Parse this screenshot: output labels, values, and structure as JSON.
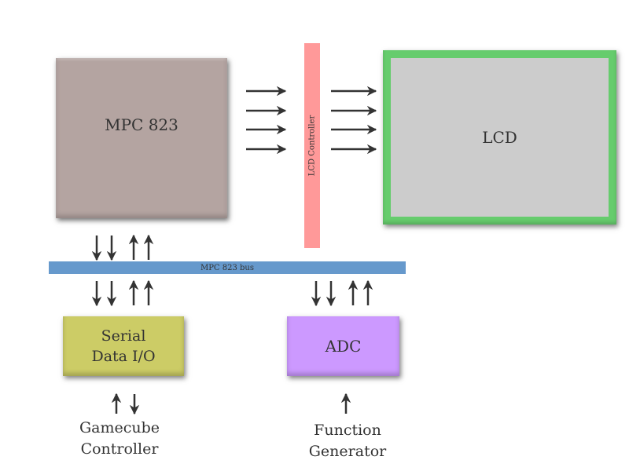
{
  "diagram": {
    "processor": {
      "label": "MPC 823",
      "color": "#b4a4a1"
    },
    "lcd_controller": {
      "label": "LCD Controller",
      "color": "#ff9999"
    },
    "lcd": {
      "label": "LCD",
      "border_color": "#66cc6d",
      "fill_color": "#cccccc"
    },
    "bus": {
      "label": "MPC 823 bus",
      "color": "#6699cc"
    },
    "serial_io": {
      "label_lines": [
        "Serial",
        "Data I/O"
      ],
      "color": "#cccc66"
    },
    "adc": {
      "label": "ADC",
      "color": "#cc99ff"
    },
    "gamecube_controller": {
      "label_lines": [
        "Gamecube",
        "Controller"
      ]
    },
    "function_generator": {
      "label_lines": [
        "Function",
        "Generator"
      ]
    },
    "connections": [
      {
        "from": "MPC 823",
        "to": "LCD Controller",
        "type": "right-arrows",
        "count": 4
      },
      {
        "from": "LCD Controller",
        "to": "LCD",
        "type": "right-arrows",
        "count": 4
      },
      {
        "between": [
          "MPC 823",
          "MPC 823 bus"
        ],
        "type": "bidirectional",
        "down": 2,
        "up": 2
      },
      {
        "between": [
          "MPC 823 bus",
          "Serial Data I/O"
        ],
        "type": "bidirectional",
        "down": 2,
        "up": 2
      },
      {
        "between": [
          "MPC 823 bus",
          "ADC"
        ],
        "type": "bidirectional",
        "down": 2,
        "up": 2
      },
      {
        "between": [
          "Serial Data I/O",
          "Gamecube Controller"
        ],
        "type": "bidirectional",
        "up": 1,
        "down": 1
      },
      {
        "from": "Function Generator",
        "to": "ADC",
        "type": "up-arrow",
        "count": 1
      }
    ],
    "arrow_color": "#333333"
  }
}
